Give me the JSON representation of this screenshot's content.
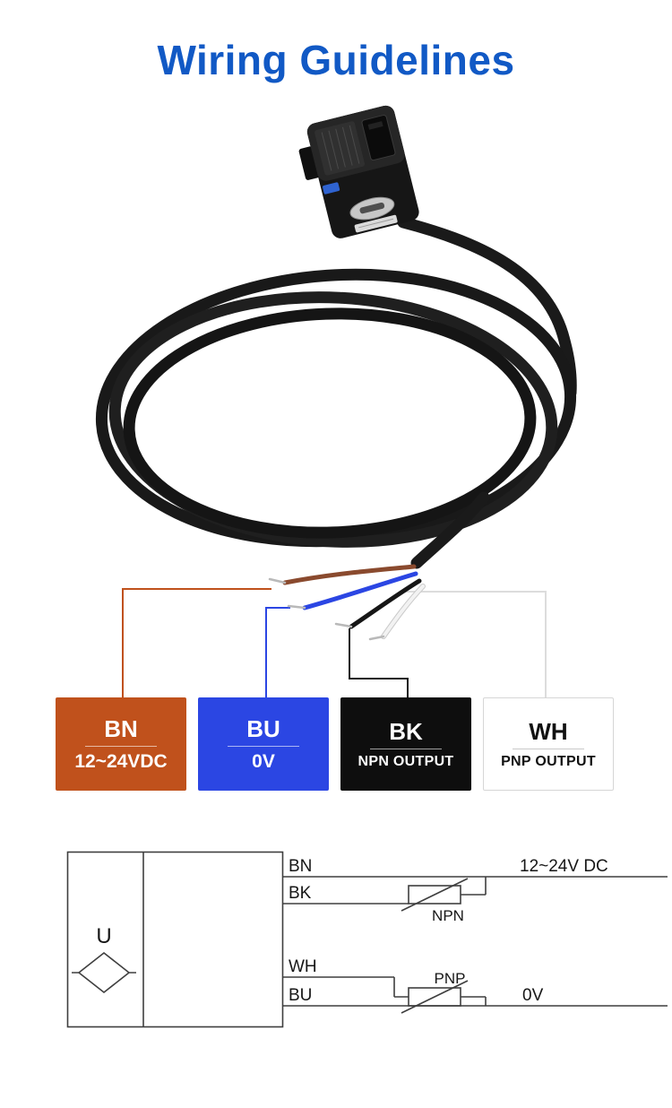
{
  "title": {
    "text": "Wiring Guidelines",
    "color": "#1159c5"
  },
  "legend": {
    "items": [
      {
        "code": "BN",
        "desc": "12~24VDC",
        "bg": "#c0511c",
        "fg": "#ffffff"
      },
      {
        "code": "BU",
        "desc": "0V",
        "bg": "#2b46e3",
        "fg": "#ffffff"
      },
      {
        "code": "BK",
        "desc": "NPN OUTPUT",
        "bg": "#0e0e0e",
        "fg": "#ffffff"
      },
      {
        "code": "WH",
        "desc": "PNP OUTPUT",
        "bg": "#ffffff",
        "fg": "#111111"
      }
    ]
  },
  "wires": {
    "brown": "#8a4a2e",
    "blue": "#2b46e3",
    "black": "#161616",
    "white": "#f2f2f2",
    "jacket": "#1a1a1a"
  },
  "circuit": {
    "sensor_symbol": "U",
    "labels": {
      "bn": "BN",
      "bk": "BK",
      "wh": "WH",
      "bu": "BU"
    },
    "power": "12~24V DC",
    "ground": "0V",
    "npn": "NPN",
    "pnp": "PNP"
  }
}
